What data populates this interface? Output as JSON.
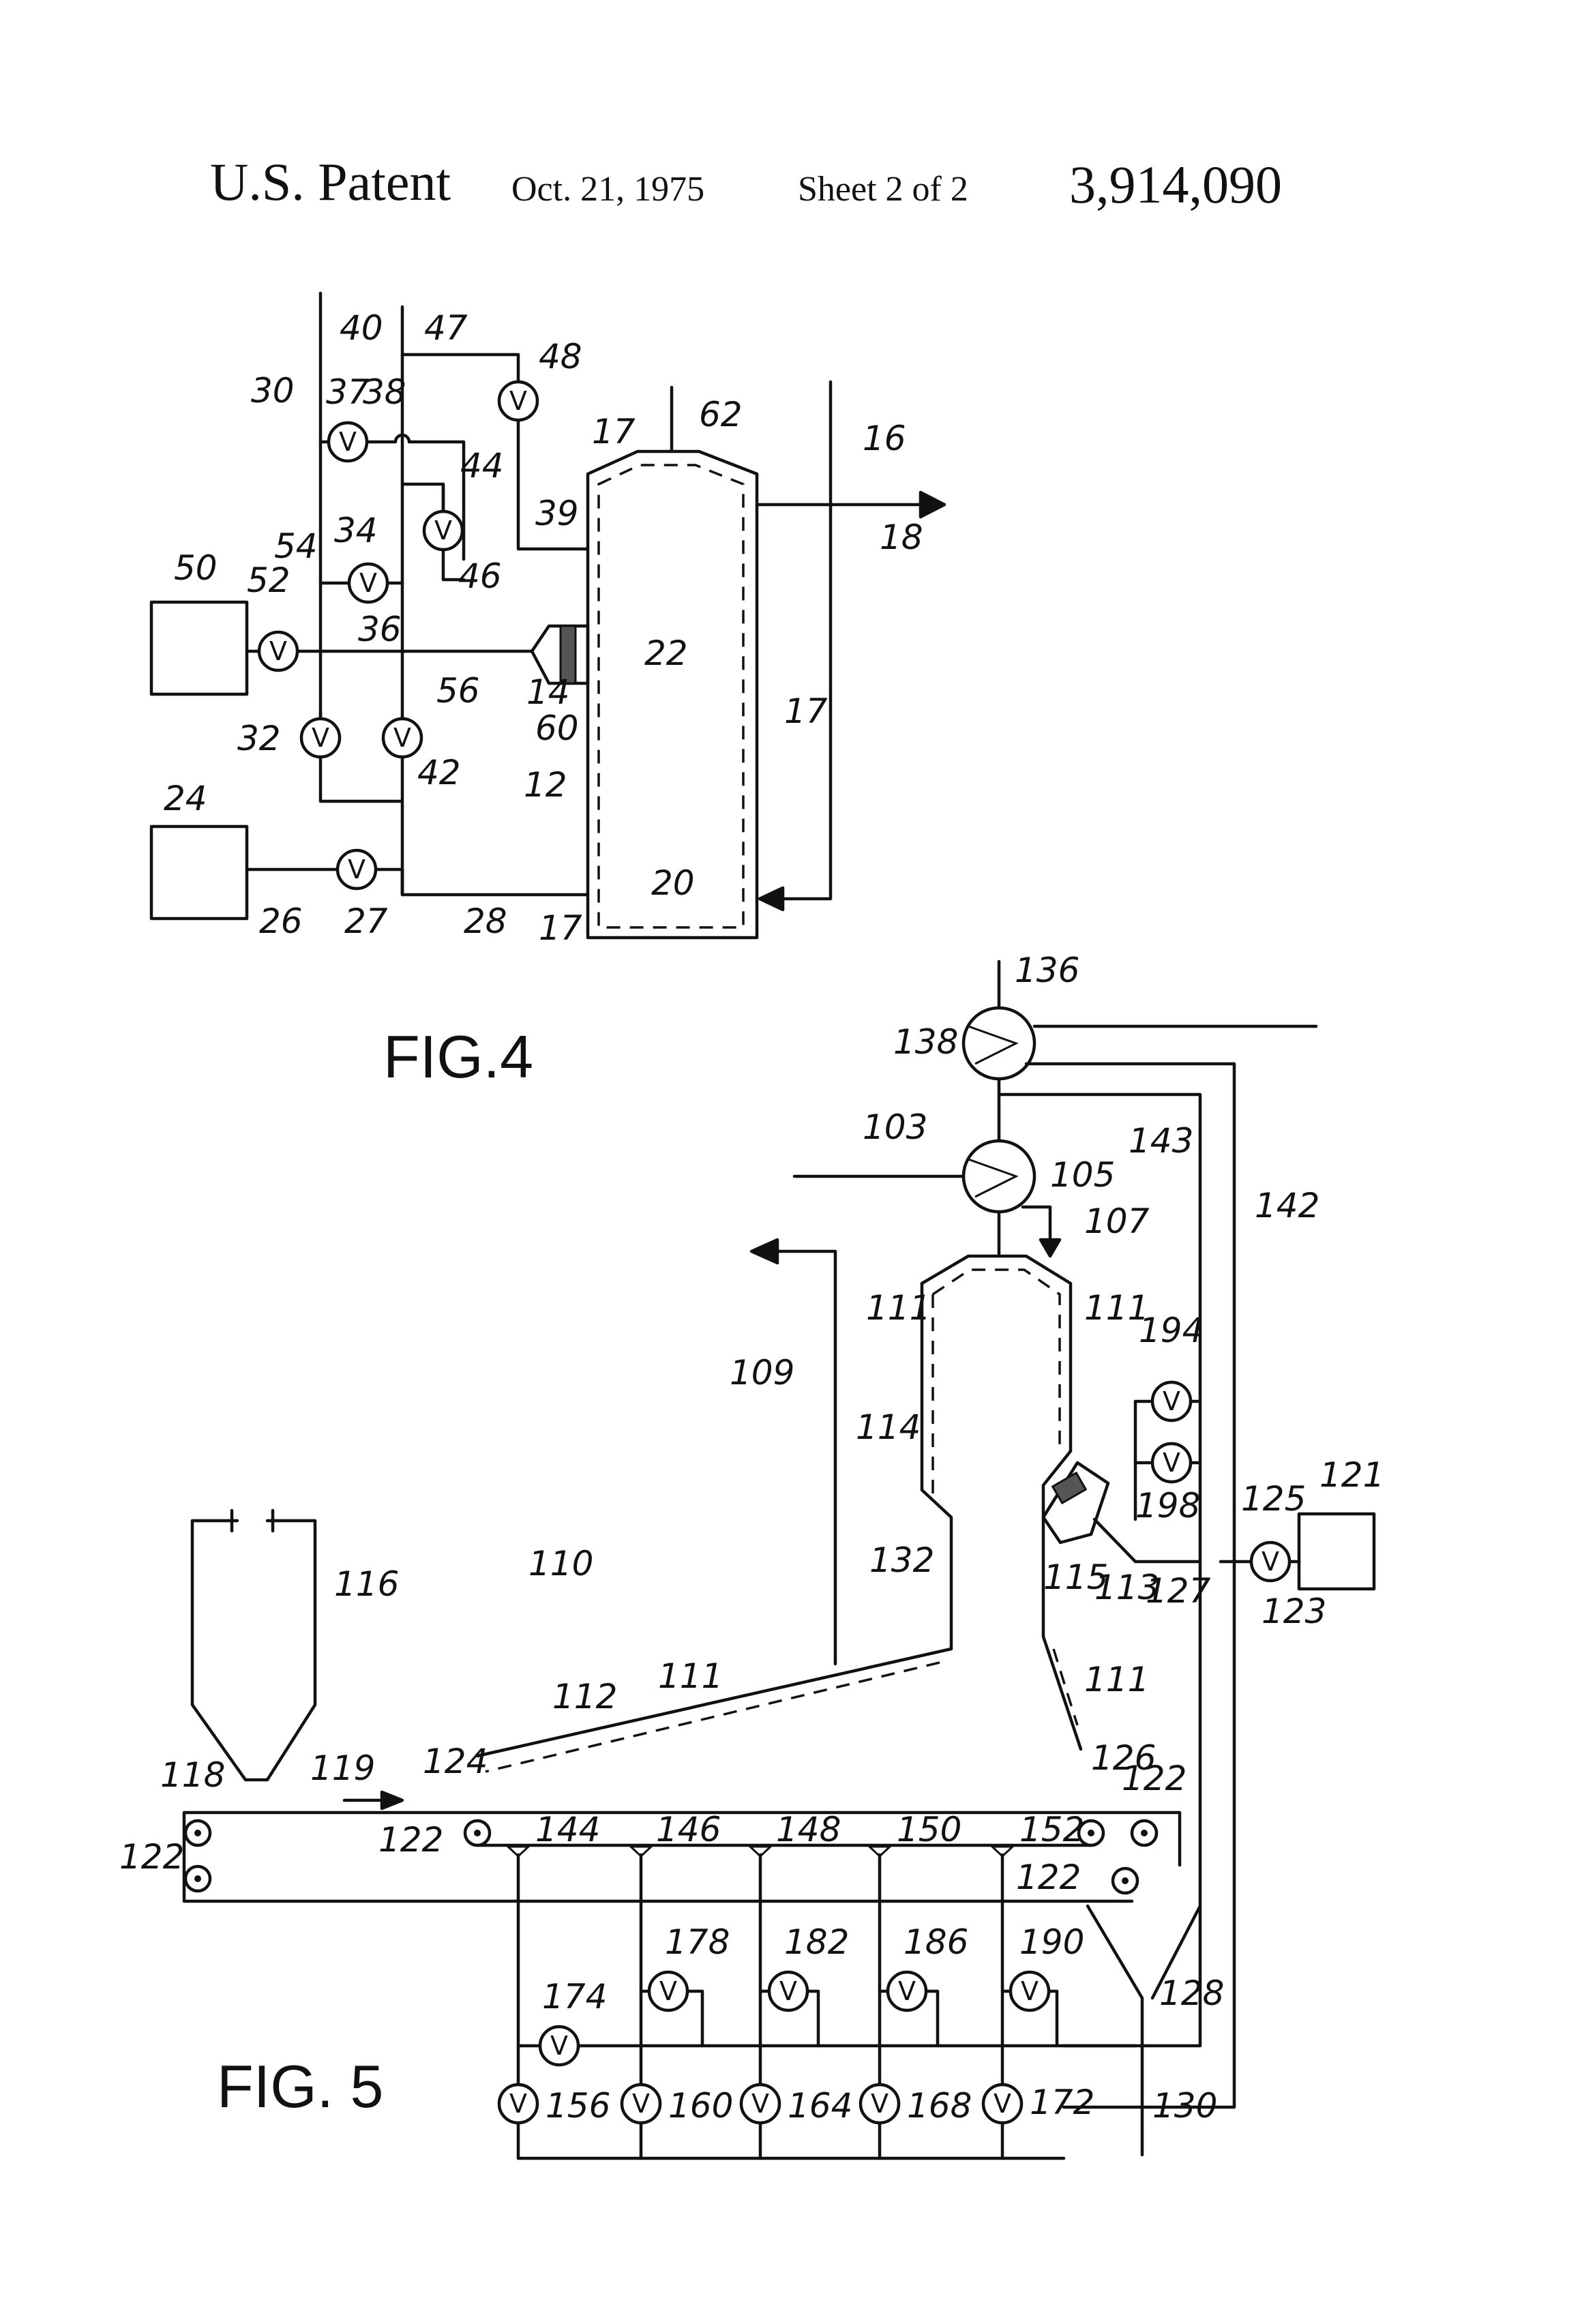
{
  "header": {
    "title": "U.S. Patent",
    "date": "Oct. 21, 1975",
    "sheet": "Sheet 2 of 2",
    "number": "3,914,090"
  },
  "figures": {
    "fig4": "FIG.4",
    "fig5": "FIG. 5"
  },
  "valve_symbol": "V",
  "fig4_labels": [
    "40",
    "47",
    "30",
    "37",
    "38",
    "48",
    "62",
    "16",
    "17",
    "44",
    "39",
    "18",
    "50",
    "54",
    "52",
    "34",
    "46",
    "36",
    "22",
    "56",
    "14",
    "60",
    "32",
    "42",
    "17",
    "24",
    "12",
    "20",
    "26",
    "27",
    "28",
    "17"
  ],
  "fig5_labels": [
    "136",
    "138",
    "103",
    "105",
    "143",
    "142",
    "107",
    "111",
    "111",
    "109",
    "194",
    "114",
    "198",
    "121",
    "125",
    "115",
    "113",
    "127",
    "123",
    "116",
    "110",
    "132",
    "111",
    "112",
    "111",
    "118",
    "119",
    "124",
    "126",
    "122",
    "122",
    "144",
    "146",
    "148",
    "150",
    "152",
    "122",
    "122",
    "128",
    "174",
    "178",
    "182",
    "186",
    "190",
    "156",
    "160",
    "164",
    "168",
    "172",
    "130"
  ]
}
